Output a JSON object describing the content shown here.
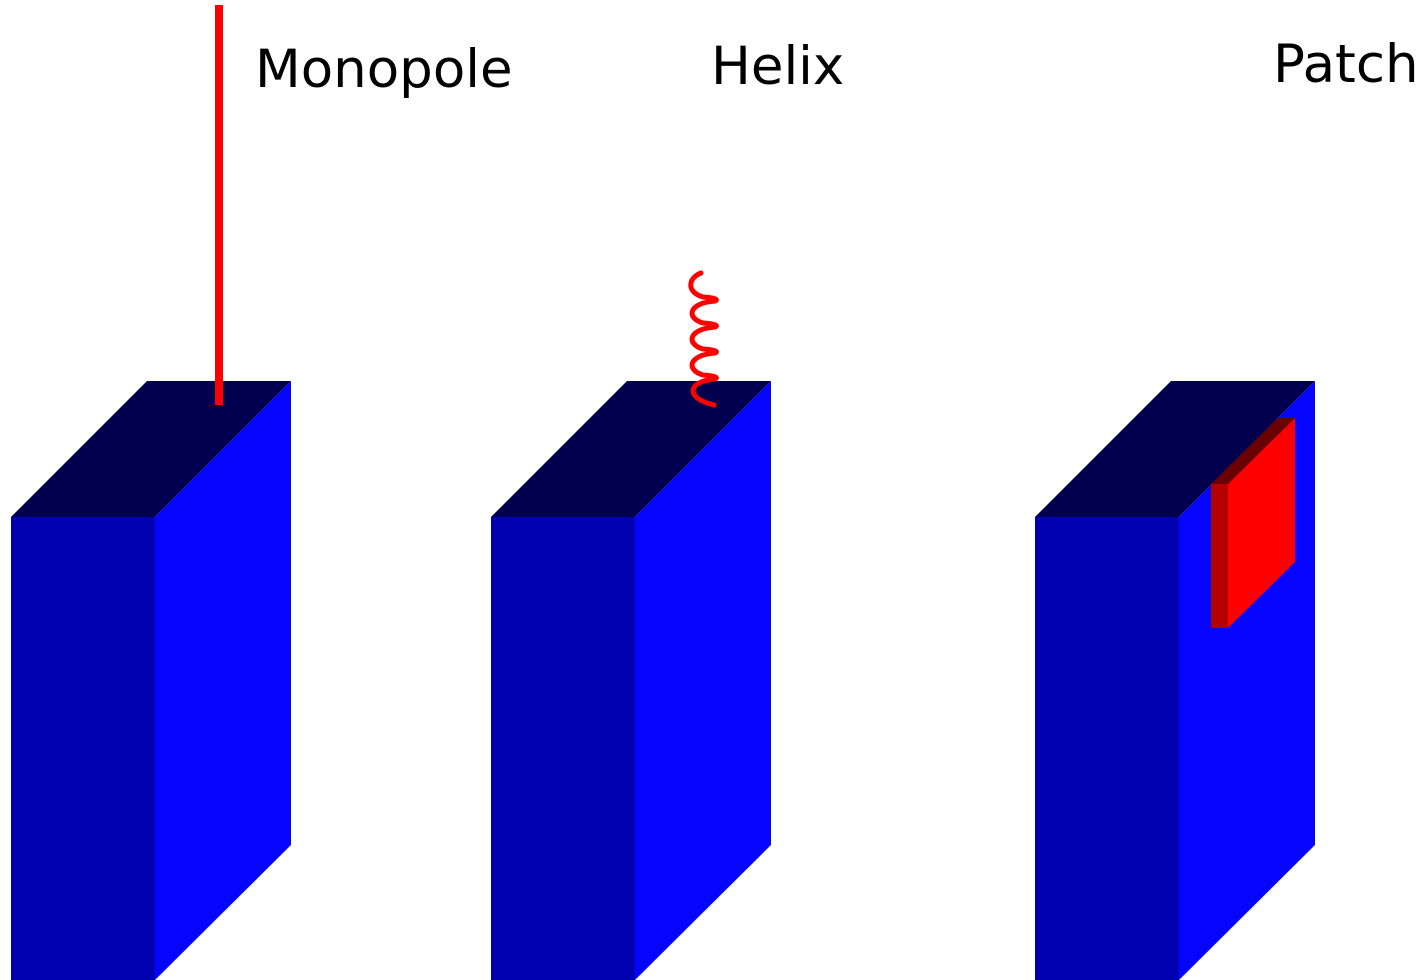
{
  "labels": {
    "monopole": "Monopole",
    "helix": "Helix",
    "patch": "Patch"
  },
  "colors": {
    "device_top": "#00004f",
    "device_front": "#0000b0",
    "device_side": "#0505ff",
    "antenna": "#ff0000",
    "patch_edge_dark": "#6b0000",
    "patch_edge_mid": "#b50000"
  }
}
